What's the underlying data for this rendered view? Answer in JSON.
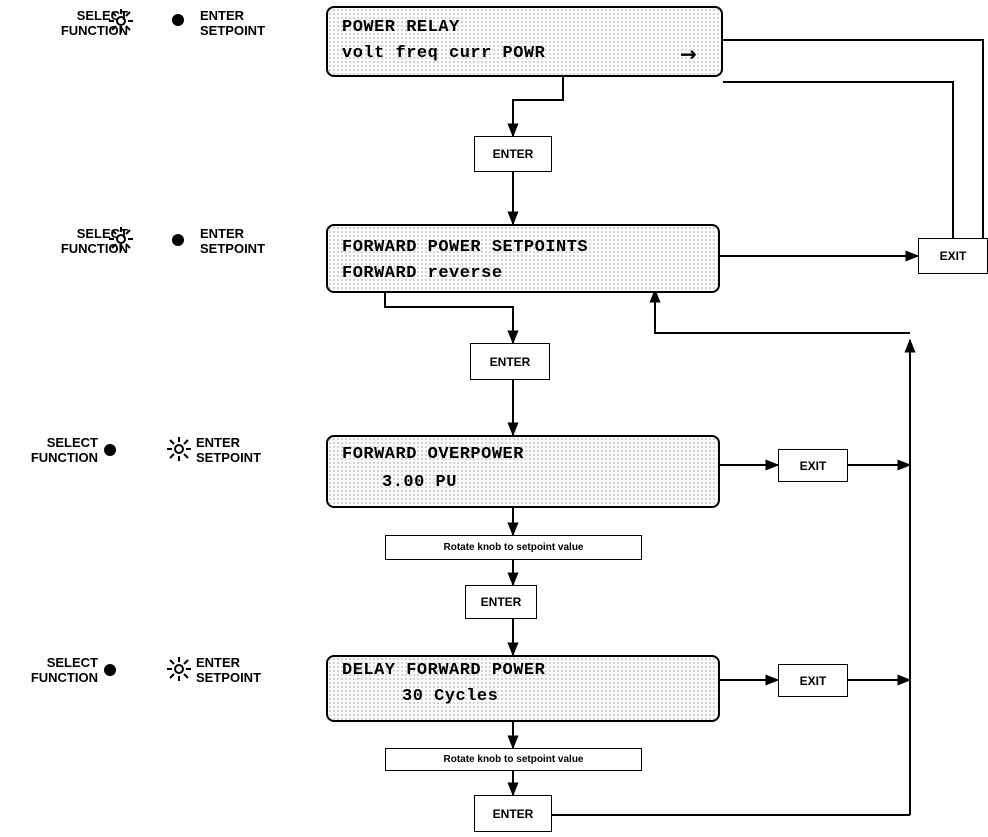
{
  "rows": [
    {
      "select_label": "SELECT\nFUNCTION",
      "enter_label": "ENTER\nSETPOINT",
      "active": "select"
    },
    {
      "select_label": "SELECT\nFUNCTION",
      "enter_label": "ENTER\nSETPOINT",
      "active": "select"
    },
    {
      "select_label": "SELECT\nFUNCTION",
      "enter_label": "ENTER\nSETPOINT",
      "active": "enter"
    },
    {
      "select_label": "SELECT\nFUNCTION",
      "enter_label": "ENTER\nSETPOINT",
      "active": "enter"
    }
  ],
  "displays": {
    "power_relay": {
      "line1": "POWER RELAY",
      "line2": "volt freq curr POWR",
      "arrow": "→"
    },
    "forward_setpoints": {
      "line1": "FORWARD POWER SETPOINTS",
      "line2": "FORWARD reverse"
    },
    "forward_overpower": {
      "line1": "FORWARD OVERPOWER",
      "line2": "3.00 PU"
    },
    "delay_forward": {
      "line1": "DELAY FORWARD POWER",
      "line2": "30 Cycles"
    }
  },
  "buttons": {
    "enter": "ENTER",
    "exit": "EXIT"
  },
  "notes": {
    "rotate_1": "Rotate knob to setpoint value",
    "rotate_2": "Rotate knob to setpoint value"
  },
  "icons": {
    "led_on": "sun-burst-icon",
    "led_off": "filled-dot-icon"
  },
  "colors": {
    "ink": "#000000",
    "background": "#ffffff",
    "lcd_dots": "#c9c9c9"
  }
}
